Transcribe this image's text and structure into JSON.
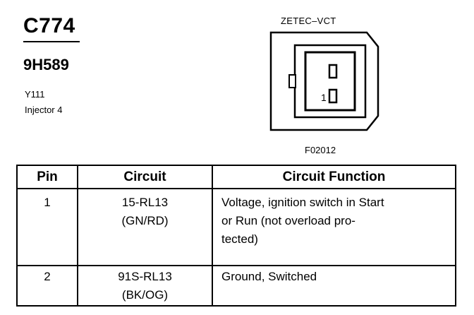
{
  "header": {
    "connector_id": "C774",
    "part_number": "9H589",
    "location_code": "Y111",
    "description": "Injector 4"
  },
  "diagram": {
    "engine_label": "ZETEC–VCT",
    "figure_number": "F02012",
    "pin_marker": "1"
  },
  "table": {
    "headers": [
      "Pin",
      "Circuit",
      "Circuit Function"
    ],
    "rows": [
      {
        "pin": "1",
        "circuit_lines": [
          "15-RL13",
          "(GN/RD)"
        ],
        "function_lines": [
          "Voltage, ignition switch in Start",
          "or Run (not overload pro-",
          "tected)"
        ]
      },
      {
        "pin": "2",
        "circuit_lines": [
          "91S-RL13",
          "(BK/OG)"
        ],
        "function_lines": [
          "Ground, Switched"
        ]
      }
    ]
  }
}
